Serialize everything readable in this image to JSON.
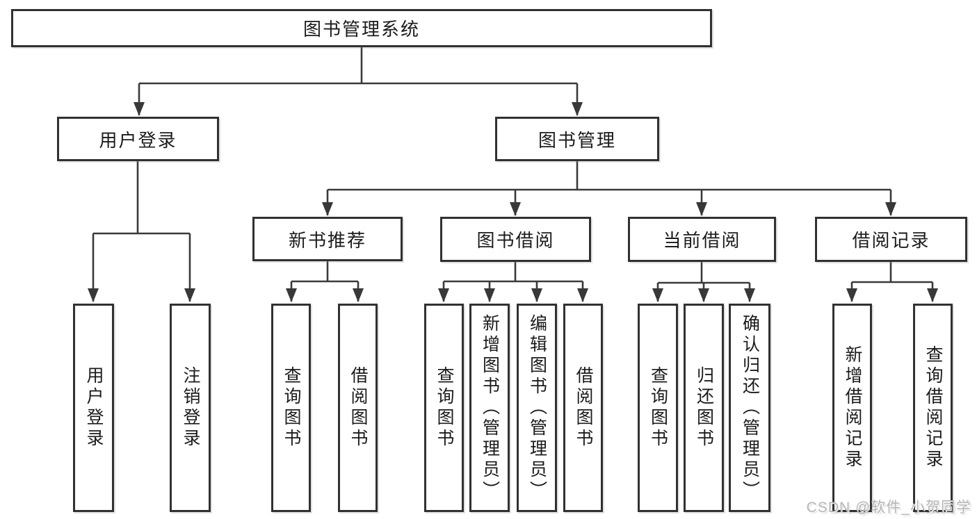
{
  "diagram": {
    "root": "图书管理系统",
    "watermark": "CSDN @软件_小贺同学",
    "tree": [
      {
        "label": "用户登录",
        "children": [
          {
            "label": "用户登录"
          },
          {
            "label": "注销登录"
          }
        ]
      },
      {
        "label": "图书管理",
        "children": [
          {
            "label": "新书推荐",
            "children": [
              {
                "label": "查询图书"
              },
              {
                "label": "借阅图书"
              }
            ]
          },
          {
            "label": "图书借阅",
            "children": [
              {
                "label": "查询图书"
              },
              {
                "label": "新增图书（管理员）"
              },
              {
                "label": "编辑图书（管理员）"
              },
              {
                "label": "借阅图书"
              }
            ]
          },
          {
            "label": "当前借阅",
            "children": [
              {
                "label": "查询图书"
              },
              {
                "label": "归还图书"
              },
              {
                "label": "确认归还（管理员）"
              }
            ]
          },
          {
            "label": "借阅记录",
            "children": [
              {
                "label": "新增借阅记录"
              },
              {
                "label": "查询借阅记录"
              }
            ]
          }
        ]
      }
    ]
  }
}
